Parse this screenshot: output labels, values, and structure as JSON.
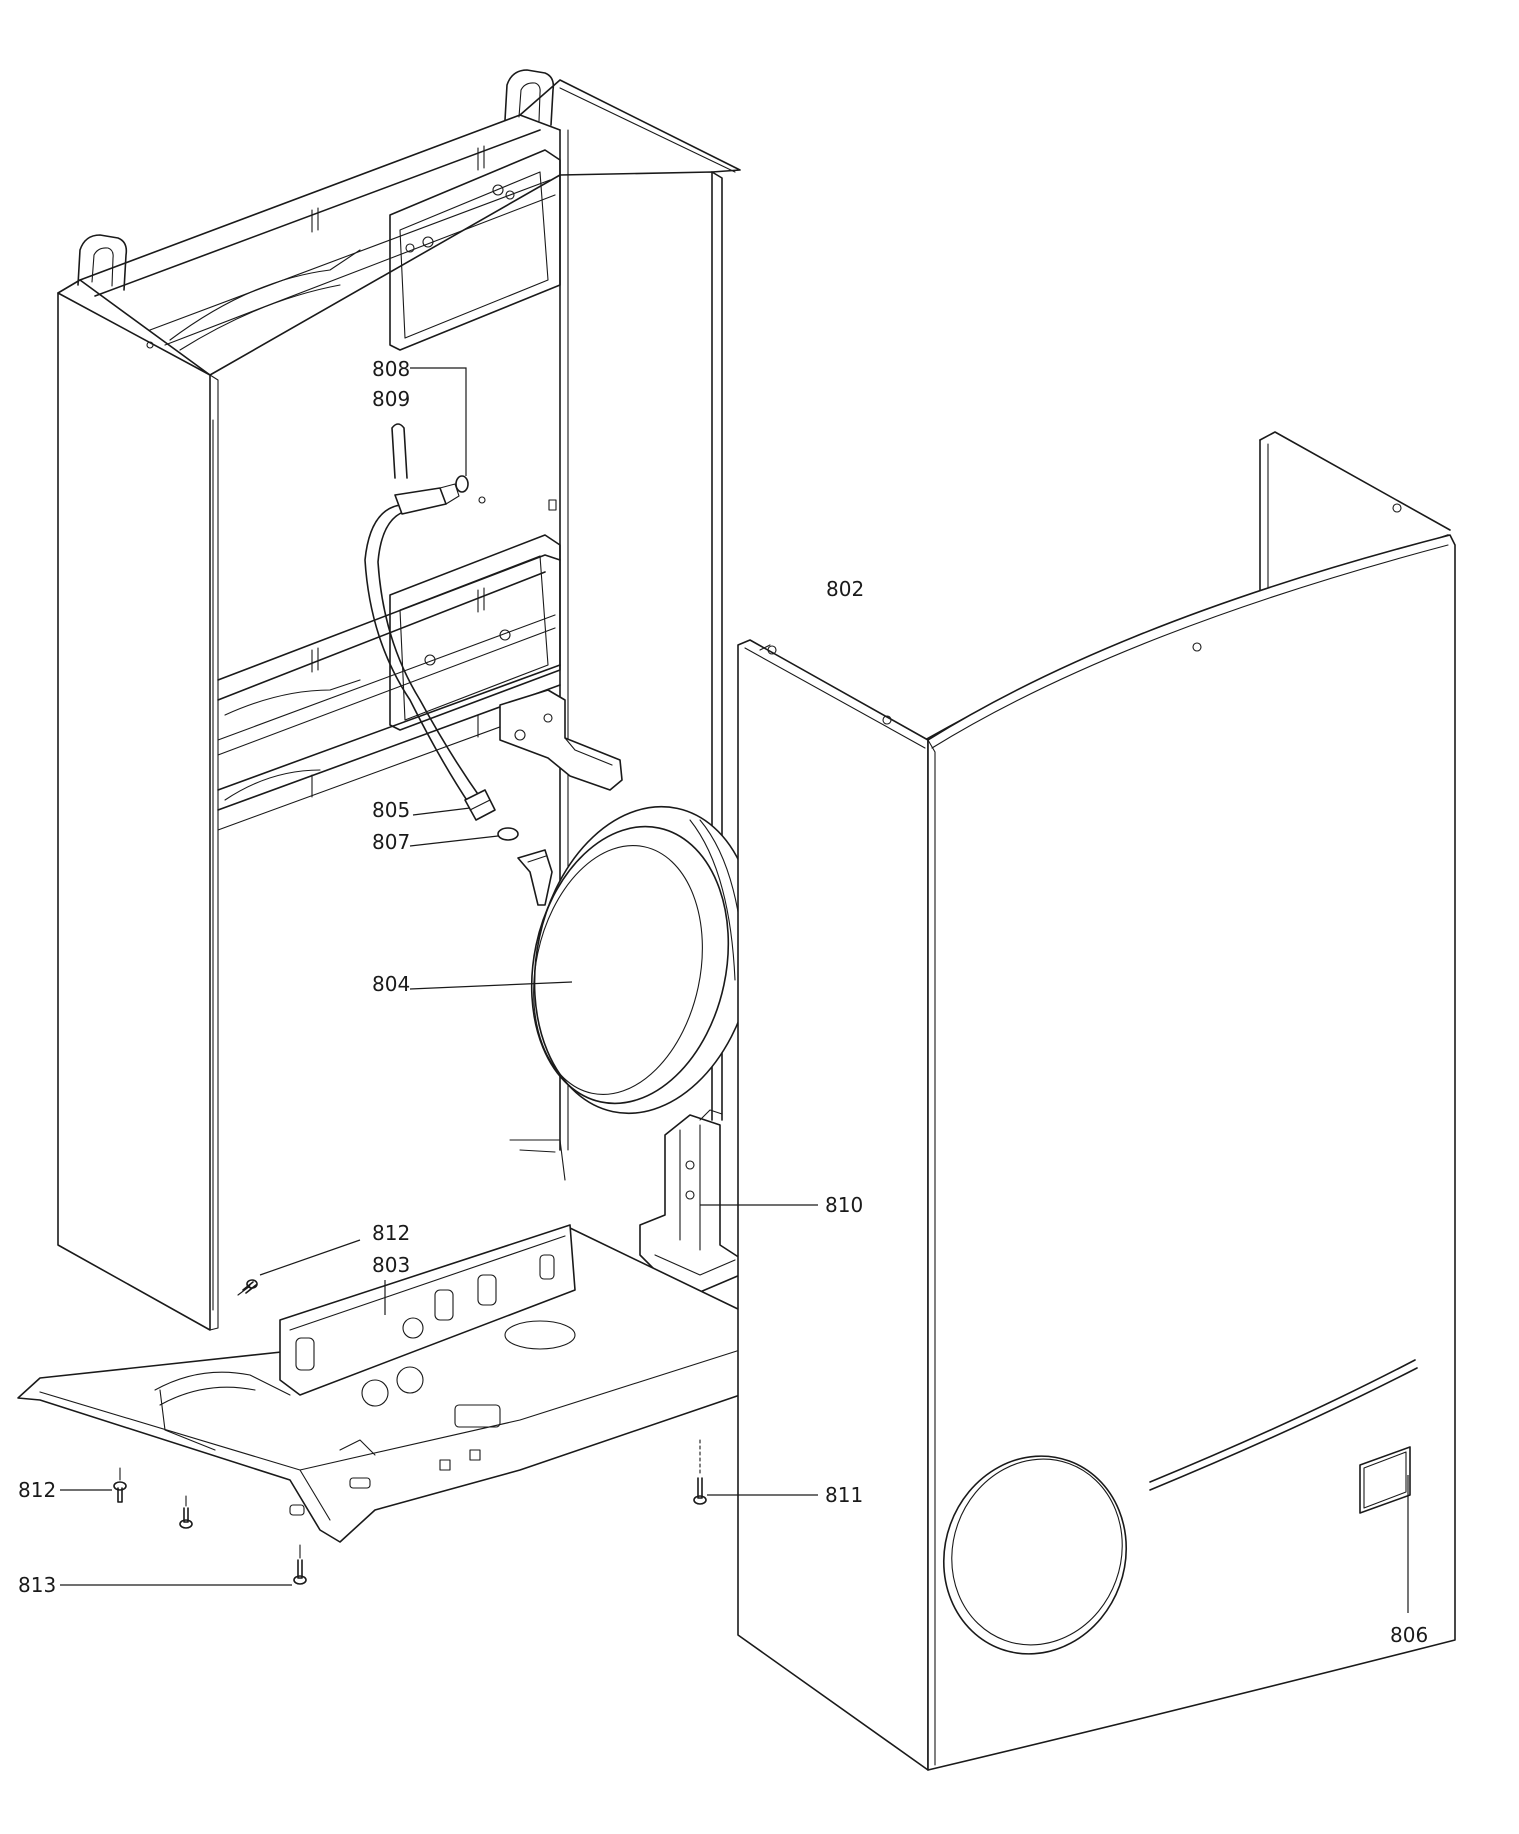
{
  "diagram": {
    "callouts": [
      {
        "id": "c802",
        "text": "802"
      },
      {
        "id": "c803",
        "text": "803"
      },
      {
        "id": "c804",
        "text": "804"
      },
      {
        "id": "c805",
        "text": "805"
      },
      {
        "id": "c806",
        "text": "806"
      },
      {
        "id": "c807",
        "text": "807"
      },
      {
        "id": "c808",
        "text": "808"
      },
      {
        "id": "c809",
        "text": "809"
      },
      {
        "id": "c810",
        "text": "810"
      },
      {
        "id": "c811",
        "text": "811"
      },
      {
        "id": "c812a",
        "text": "812"
      },
      {
        "id": "c812b",
        "text": "812"
      },
      {
        "id": "c813",
        "text": "813"
      }
    ]
  }
}
